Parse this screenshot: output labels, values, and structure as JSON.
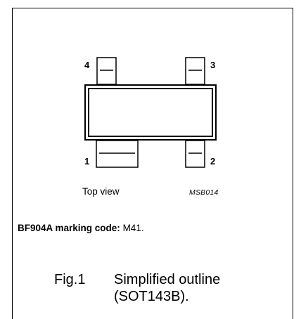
{
  "figure": {
    "pins": [
      {
        "number": "4"
      },
      {
        "number": "3"
      },
      {
        "number": "1"
      },
      {
        "number": "2"
      }
    ],
    "view_caption": "Top view",
    "drawing_code": "MSB014",
    "marking": {
      "prefix": "BF904A marking code:",
      "value": "M41."
    },
    "fig_number": "Fig.1",
    "fig_title_line1": "Simplified outline",
    "fig_title_line2": "(SOT143B)."
  }
}
